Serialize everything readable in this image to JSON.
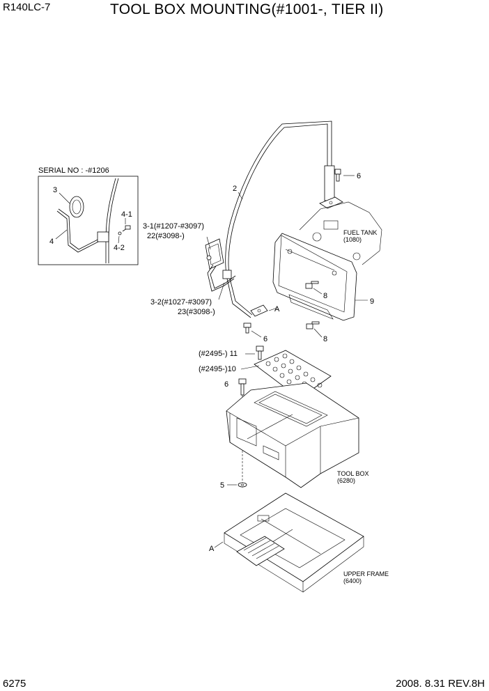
{
  "header": {
    "model": "R140LC-7",
    "title": "TOOL BOX MOUNTING(#1001-, TIER II)"
  },
  "footer": {
    "page": "6275",
    "date_rev": "2008. 8.31  REV.8H"
  },
  "inset": {
    "serial": "SERIAL NO : -#1206",
    "labels": [
      "3",
      "4",
      "4-1",
      "4-2"
    ]
  },
  "parts": {
    "p2": "2",
    "p6a": "6",
    "p6b": "6",
    "p6c": "6",
    "p3_1": "3-1(#1207-#3097)",
    "p22": "22(#3098-)",
    "p3_2": "3-2(#1027-#3097)",
    "p23": "23(#3098-)",
    "p8a": "8",
    "p8b": "8",
    "p9": "9",
    "pA1": "A",
    "pA2": "A",
    "p11": "(#2495-) 11",
    "p10": "(#2495-)10",
    "p5": "5"
  },
  "refs": {
    "fuel_tank": "FUEL TANK",
    "fuel_tank_no": "(1080)",
    "tool_box": "TOOL BOX",
    "tool_box_no": "(6280)",
    "upper_frame": "UPPER FRAME",
    "upper_frame_no": "(6400)"
  }
}
